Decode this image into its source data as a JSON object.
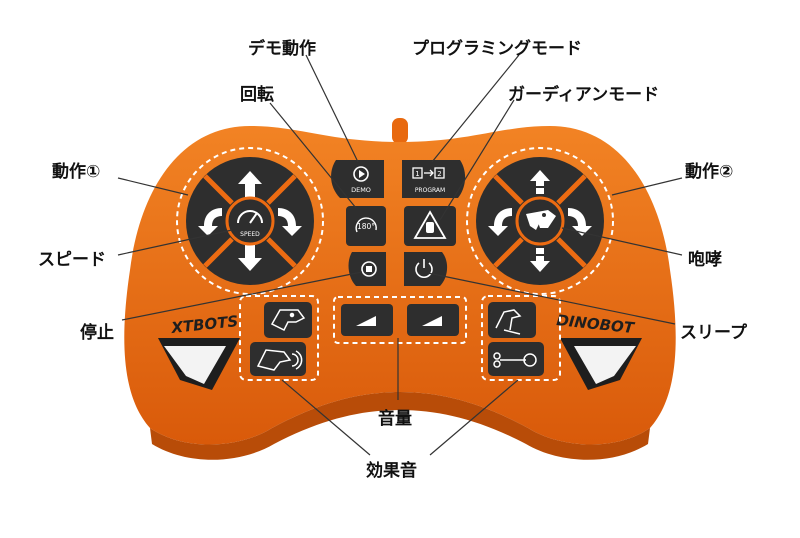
{
  "labels": {
    "demo": "デモ動作",
    "programming_mode": "プログラミングモード",
    "rotate": "回転",
    "guardian_mode": "ガーディアンモード",
    "action1": "動作①",
    "action2": "動作②",
    "speed": "スピード",
    "roar": "咆哮",
    "stop": "停止",
    "sleep": "スリープ",
    "volume": "音量",
    "sound_effects": "効果音"
  },
  "buttons": {
    "demo_text": "DEMO",
    "program_text": "PROGRAM",
    "program_step1": "1",
    "program_step2": "2",
    "rotate_text": "180°",
    "speed_text": "SPEED"
  },
  "brands": {
    "left": "XTBOTS",
    "right": "DINOBOT"
  },
  "colors": {
    "body": "#ec6b12",
    "button": "#2e2e2e"
  }
}
